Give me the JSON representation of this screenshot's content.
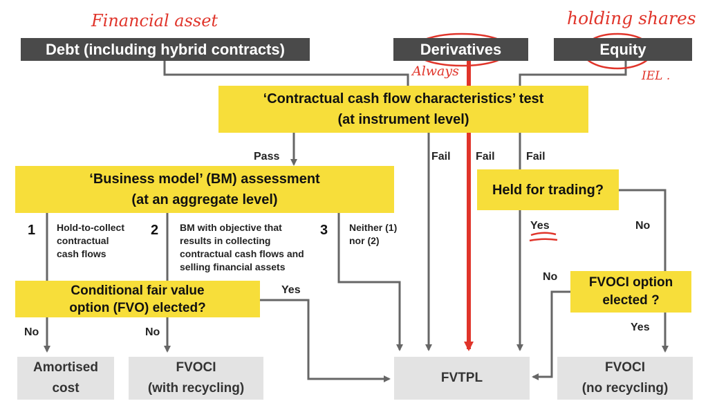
{
  "sources": {
    "debt": "Debt (including hybrid contracts)",
    "derivatives": "Derivatives",
    "equity": "Equity"
  },
  "ccfc_test": {
    "line1": "‘Contractual cash flow characteristics’ test",
    "line2": "(at instrument level)"
  },
  "bm_assessment": {
    "line1": "‘Business model’ (BM) assessment",
    "line2": "(at an aggregate level)"
  },
  "held_for_trading": "Held for trading?",
  "fvoci_option": {
    "line1": "FVOCI option",
    "line2": "elected ?"
  },
  "fvo": {
    "line1": "Conditional fair value",
    "line2": "option (FVO) elected?"
  },
  "outcomes": {
    "amortised": {
      "line1": "Amortised",
      "line2": "cost"
    },
    "fvoci_recycling": {
      "line1": "FVOCI",
      "line2": "(with recycling)"
    },
    "fvtpl": "FVTPL",
    "fvoci_no_recycling": {
      "line1": "FVOCI",
      "line2": "(no recycling)"
    }
  },
  "business_models": [
    {
      "number": "1",
      "lines": [
        "Hold-to-collect",
        "contractual",
        "cash flows"
      ]
    },
    {
      "number": "2",
      "lines": [
        "BM with objective that",
        "results in collecting",
        "contractual cash flows and",
        "selling financial assets"
      ]
    },
    {
      "number": "3",
      "lines": [
        "Neither (1)",
        "nor  (2)"
      ]
    }
  ],
  "edge_labels": {
    "pass": "Pass",
    "fail_1": "Fail",
    "fail_2": "Fail",
    "fail_3": "Fail",
    "yes_fvo": "Yes",
    "no_fvo_1": "No",
    "no_fvo_2": "No",
    "yes_hft": "Yes",
    "no_hft": "No",
    "no_fvoci": "No",
    "yes_fvoci": "Yes"
  },
  "annotations": {
    "financial_asset": "Financial asset",
    "holding_shares": "holding shares",
    "always": "Always",
    "iel": "IEL ."
  },
  "colors": {
    "yellow": "#f7de3a",
    "dark": "#4a4a4a",
    "grey": "#e3e3e3",
    "connector": "#666666",
    "annotation": "#e0342a"
  }
}
